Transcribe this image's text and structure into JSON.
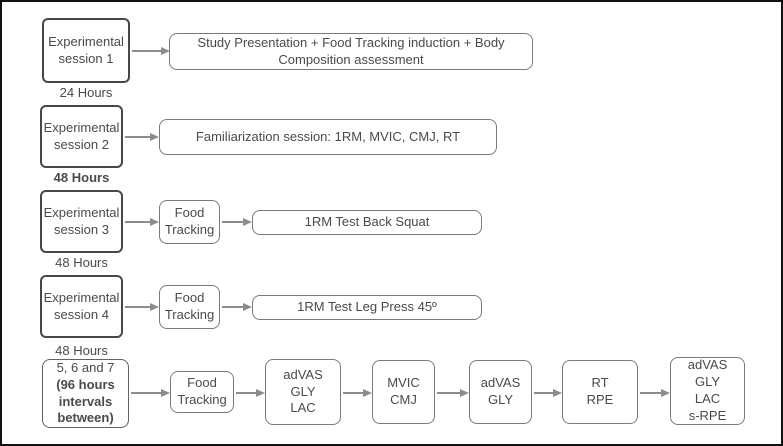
{
  "figure": {
    "type": "flowchart",
    "description_rows": 5
  },
  "colors": {
    "figure_border": "#111111",
    "session_box_border": "#474747",
    "step_box_border": "#7a7a7a",
    "arrow": "#8c8c8c",
    "text": "#4a4a4a",
    "background": "#ffffff"
  },
  "rows": [
    {
      "session": "Experimental\nsession 1",
      "interval": "24 Hours",
      "main": "Study Presentation + Food Tracking induction + Body Composition assessment"
    },
    {
      "session": "Experimental\nsession 2",
      "interval": "48 Hours",
      "main": "Familiarization session: 1RM,  MVIC, CMJ, RT"
    },
    {
      "session": "Experimental\nsession 3",
      "interval": "48 Hours",
      "food_tracking": "Food\nTracking",
      "main": "1RM Test Back Squat"
    },
    {
      "session": "Experimental\nsession 4",
      "interval": "48 Hours",
      "food_tracking": "Food\nTracking",
      "main": "1RM Test Leg Press 45º"
    },
    {
      "session_line1": "5, 6 and 7",
      "session_line2": "(96 hours\nintervals\nbetween)",
      "food_tracking": "Food\nTracking",
      "steps": [
        "adVAS\nGLY\nLAC",
        "MVIC\nCMJ",
        "adVAS\nGLY",
        "RT\nRPE",
        "adVAS\nGLY\nLAC\ns-RPE"
      ]
    }
  ]
}
